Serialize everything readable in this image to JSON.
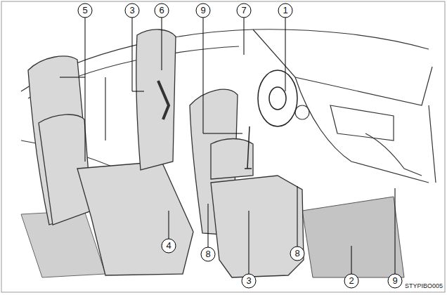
{
  "diagram": {
    "labels": [
      "5",
      "3",
      "6",
      "9",
      "7",
      "1",
      "4",
      "8",
      "3",
      "8",
      "2",
      "9",
      "STYPIBO005"
    ]
  }
}
